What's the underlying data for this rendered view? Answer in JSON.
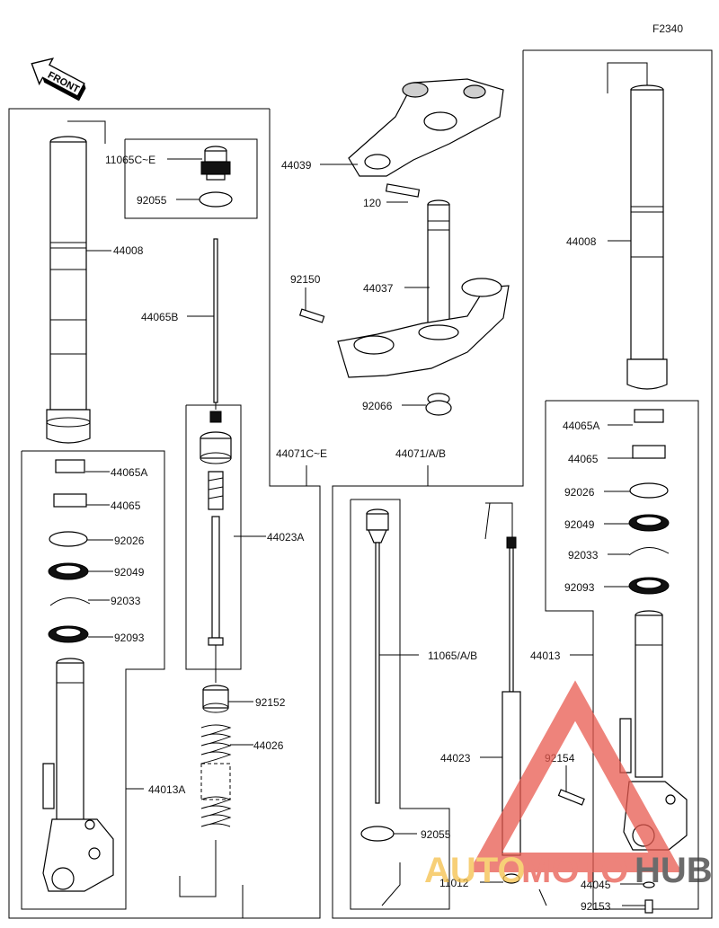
{
  "figure_code": "F2340",
  "front_label": "FRONT",
  "labels": {
    "p11065CE": "11065C~E",
    "p92055_top": "92055",
    "p44008_left": "44008",
    "p44065B": "44065B",
    "p44023A": "44023A",
    "p44071CE": "44071C~E",
    "p44065A_left": "44065A",
    "p44065_left": "44065",
    "p92026_left": "92026",
    "p92049_left": "92049",
    "p92033_left": "92033",
    "p92093_left": "92093",
    "p92152": "92152",
    "p44026": "44026",
    "p44013A": "44013A",
    "p44039": "44039",
    "p120": "120",
    "p92150": "92150",
    "p44037": "44037",
    "p92066": "92066",
    "p44071AB": "44071/A/B",
    "p44008_right": "44008",
    "p44065A_right": "44065A",
    "p44065_right": "44065",
    "p92026_right": "92026",
    "p92049_right": "92049",
    "p92033_right": "92033",
    "p92093_right": "92093",
    "p44013": "44013",
    "p11065AB": "11065/A/B",
    "p44023": "44023",
    "p92154": "92154",
    "p92055_bottom": "92055",
    "p11012": "11012",
    "p44045": "44045",
    "p92153": "92153"
  },
  "watermark": {
    "part1": "AUTO",
    "part2": "MOTO",
    "part3": "HUB",
    "color_main": "#f5c04a",
    "color_accent": "#e85a4f",
    "color_dark": "#3a3a3a"
  }
}
